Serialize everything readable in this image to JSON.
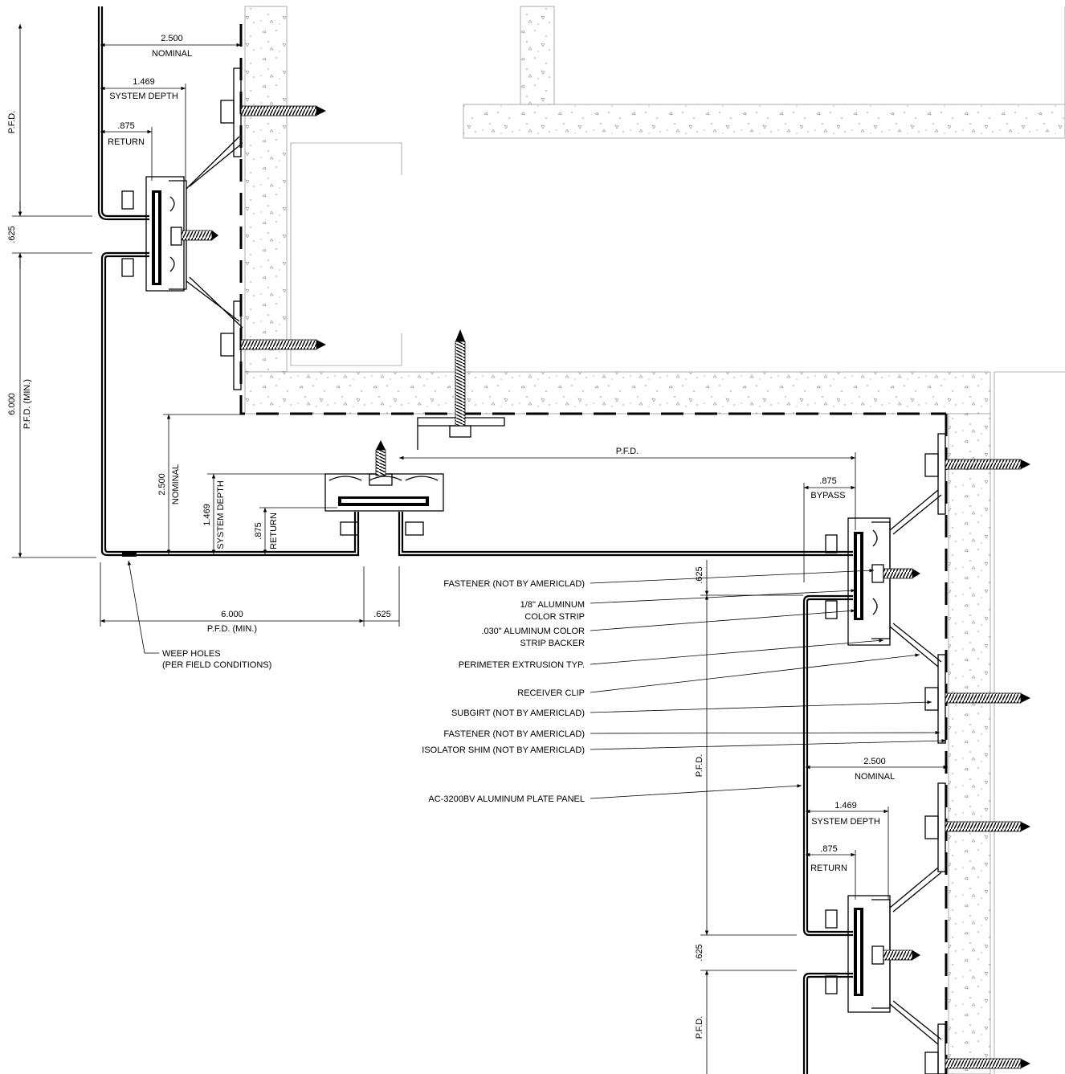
{
  "colors": {
    "line": "#000000",
    "concrete_outline": "#9a9a9a",
    "background": "#ffffff"
  },
  "dimensions": {
    "tl_nominal_value": "2.500",
    "tl_nominal_label": "NOMINAL",
    "tl_system_value": "1.469",
    "tl_system_label": "SYSTEM DEPTH",
    "tl_return_value": ".875",
    "tl_return_label": "RETURN",
    "left_pfd": "P.F.D.",
    "left_joint": ".625",
    "left_min_value": "6.000",
    "left_min_label": "P.F.D. (MIN.)",
    "corner_nominal_value": "2.500",
    "corner_nominal_label": "NOMINAL",
    "corner_system_value": "1.469",
    "corner_system_label": "SYSTEM DEPTH",
    "corner_return_value": ".875",
    "corner_return_label": "RETURN",
    "bottom_min_value": "6.000",
    "bottom_min_label": "P.F.D. (MIN.)",
    "bottom_joint": ".625",
    "horiz_pfd": "P.F.D.",
    "bypass_value": ".875",
    "bypass_label": "BYPASS",
    "right_joint_1": ".625",
    "right_pfd_1": "P.F.D.",
    "br_nominal_value": "2.500",
    "br_nominal_label": "NOMINAL",
    "br_system_value": "1.469",
    "br_system_label": "SYSTEM DEPTH",
    "br_return_value": ".875",
    "br_return_label": "RETURN",
    "right_joint_2": ".625",
    "right_pfd_2": "P.F.D."
  },
  "callouts": {
    "weep_line1": "WEEP HOLES",
    "weep_line2": "(PER FIELD CONDITIONS)",
    "fastener_1": "FASTENER (NOT BY AMERICLAD)",
    "color_strip_line1": "1/8\" ALUMINUM",
    "color_strip_line2": "COLOR STRIP",
    "backer_line1": ".030\" ALUMINUM COLOR",
    "backer_line2": "STRIP BACKER",
    "perimeter": "PERIMETER EXTRUSION TYP.",
    "receiver": "RECEIVER CLIP",
    "subgirt": "SUBGIRT (NOT BY AMERICLAD)",
    "fastener_2": "FASTENER (NOT BY AMERICLAD)",
    "isolator": "ISOLATOR SHIM (NOT BY AMERICLAD)",
    "panel": "AC-3200BV ALUMINUM PLATE PANEL"
  }
}
